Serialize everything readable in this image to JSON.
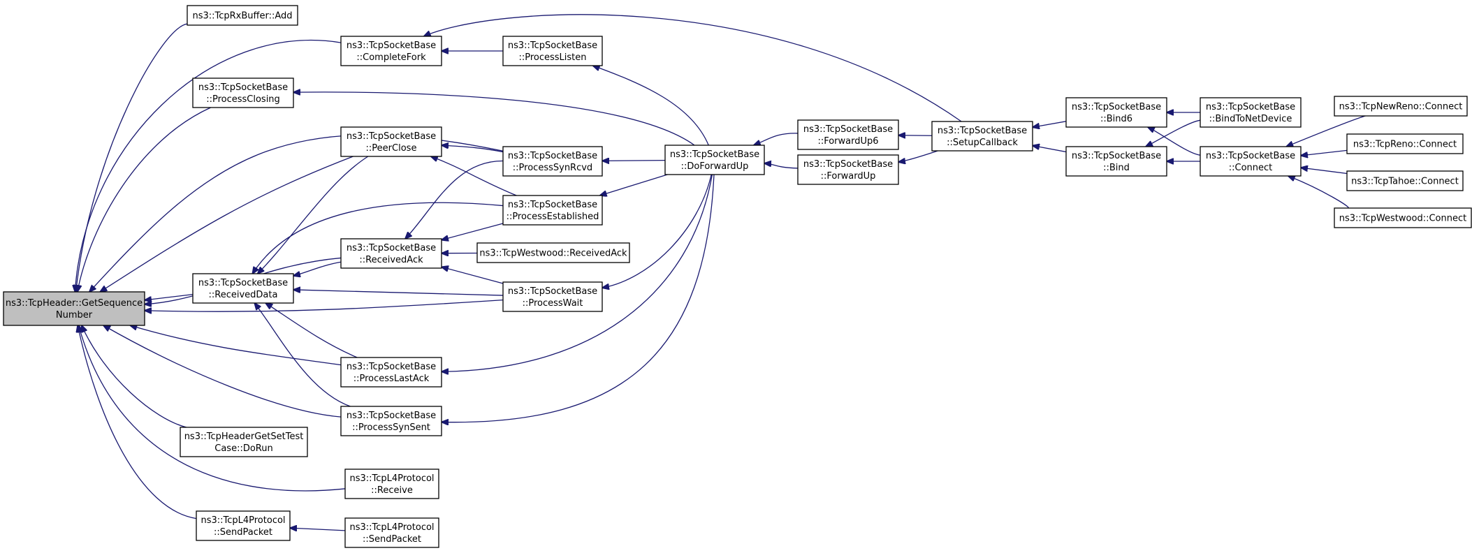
{
  "diagram": {
    "nodes": [
      {
        "id": "root",
        "lines": [
          "ns3::TcpHeader::GetSequence",
          "Number"
        ],
        "root": true
      },
      {
        "id": "rxadd",
        "lines": [
          "ns3::TcpRxBuffer::Add"
        ]
      },
      {
        "id": "completefork",
        "lines": [
          "ns3::TcpSocketBase",
          "::CompleteFork"
        ]
      },
      {
        "id": "processclosing",
        "lines": [
          "ns3::TcpSocketBase",
          "::ProcessClosing"
        ]
      },
      {
        "id": "peerclose",
        "lines": [
          "ns3::TcpSocketBase",
          "::PeerClose"
        ]
      },
      {
        "id": "receivedack",
        "lines": [
          "ns3::TcpSocketBase",
          "::ReceivedAck"
        ]
      },
      {
        "id": "receiveddata",
        "lines": [
          "ns3::TcpSocketBase",
          "::ReceivedData"
        ]
      },
      {
        "id": "processlastack",
        "lines": [
          "ns3::TcpSocketBase",
          "::ProcessLastAck"
        ]
      },
      {
        "id": "processsynsent",
        "lines": [
          "ns3::TcpSocketBase",
          "::ProcessSynSent"
        ]
      },
      {
        "id": "testcase",
        "lines": [
          "ns3::TcpHeaderGetSetTest",
          "Case::DoRun"
        ]
      },
      {
        "id": "l4receive",
        "lines": [
          "ns3::TcpL4Protocol",
          "::Receive"
        ]
      },
      {
        "id": "l4sendpacket",
        "lines": [
          "ns3::TcpL4Protocol",
          "::SendPacket"
        ]
      },
      {
        "id": "l4sendpacket2",
        "lines": [
          "ns3::TcpL4Protocol",
          "::SendPacket"
        ]
      },
      {
        "id": "processlisten",
        "lines": [
          "ns3::TcpSocketBase",
          "::ProcessListen"
        ]
      },
      {
        "id": "processsynrcvd",
        "lines": [
          "ns3::TcpSocketBase",
          "::ProcessSynRcvd"
        ]
      },
      {
        "id": "processestablished",
        "lines": [
          "ns3::TcpSocketBase",
          "::ProcessEstablished"
        ]
      },
      {
        "id": "westwoodack",
        "lines": [
          "ns3::TcpWestwood::ReceivedAck"
        ]
      },
      {
        "id": "processwait",
        "lines": [
          "ns3::TcpSocketBase",
          "::ProcessWait"
        ]
      },
      {
        "id": "doforwardup",
        "lines": [
          "ns3::TcpSocketBase",
          "::DoForwardUp"
        ]
      },
      {
        "id": "forwardup6",
        "lines": [
          "ns3::TcpSocketBase",
          "::ForwardUp6"
        ]
      },
      {
        "id": "forwardup",
        "lines": [
          "ns3::TcpSocketBase",
          "::ForwardUp"
        ]
      },
      {
        "id": "setupcallback",
        "lines": [
          "ns3::TcpSocketBase",
          "::SetupCallback"
        ]
      },
      {
        "id": "bind6",
        "lines": [
          "ns3::TcpSocketBase",
          "::Bind6"
        ]
      },
      {
        "id": "bind",
        "lines": [
          "ns3::TcpSocketBase",
          "::Bind"
        ]
      },
      {
        "id": "bindtonetdevice",
        "lines": [
          "ns3::TcpSocketBase",
          "::BindToNetDevice"
        ]
      },
      {
        "id": "connect",
        "lines": [
          "ns3::TcpSocketBase",
          "::Connect"
        ]
      },
      {
        "id": "newrenoconnect",
        "lines": [
          "ns3::TcpNewReno::Connect"
        ]
      },
      {
        "id": "renoconnect",
        "lines": [
          "ns3::TcpReno::Connect"
        ]
      },
      {
        "id": "tahoeconnect",
        "lines": [
          "ns3::TcpTahoe::Connect"
        ]
      },
      {
        "id": "westwoodconnect",
        "lines": [
          "ns3::TcpWestwood::Connect"
        ]
      }
    ],
    "edges": [
      {
        "from": "rxadd",
        "to": "root"
      },
      {
        "from": "completefork",
        "to": "root"
      },
      {
        "from": "processclosing",
        "to": "root"
      },
      {
        "from": "processsynrcvd",
        "to": "root"
      },
      {
        "from": "peerclose",
        "to": "root"
      },
      {
        "from": "receivedack",
        "to": "root"
      },
      {
        "from": "receiveddata",
        "to": "root"
      },
      {
        "from": "processwait",
        "to": "root"
      },
      {
        "from": "processlastack",
        "to": "root"
      },
      {
        "from": "processsynsent",
        "to": "root"
      },
      {
        "from": "testcase",
        "to": "root"
      },
      {
        "from": "l4receive",
        "to": "root"
      },
      {
        "from": "l4sendpacket",
        "to": "root"
      },
      {
        "from": "processlisten",
        "to": "completefork"
      },
      {
        "from": "setupcallback",
        "to": "completefork"
      },
      {
        "from": "doforwardup",
        "to": "processclosing"
      },
      {
        "from": "processsynrcvd",
        "to": "peerclose"
      },
      {
        "from": "processestablished",
        "to": "peerclose"
      },
      {
        "from": "peerclose",
        "to": "receiveddata"
      },
      {
        "from": "receivedack",
        "to": "receiveddata"
      },
      {
        "from": "processestablished",
        "to": "receiveddata"
      },
      {
        "from": "processwait",
        "to": "receiveddata"
      },
      {
        "from": "processlastack",
        "to": "receiveddata"
      },
      {
        "from": "processsynsent",
        "to": "receiveddata"
      },
      {
        "from": "processsynrcvd",
        "to": "receivedack"
      },
      {
        "from": "processestablished",
        "to": "receivedack"
      },
      {
        "from": "westwoodack",
        "to": "receivedack"
      },
      {
        "from": "processwait",
        "to": "receivedack"
      },
      {
        "from": "l4sendpacket2",
        "to": "l4sendpacket"
      },
      {
        "from": "doforwardup",
        "to": "processlisten"
      },
      {
        "from": "doforwardup",
        "to": "processsynrcvd"
      },
      {
        "from": "doforwardup",
        "to": "processestablished"
      },
      {
        "from": "doforwardup",
        "to": "processwait"
      },
      {
        "from": "doforwardup",
        "to": "processlastack"
      },
      {
        "from": "doforwardup",
        "to": "processsynsent"
      },
      {
        "from": "forwardup6",
        "to": "doforwardup"
      },
      {
        "from": "forwardup",
        "to": "doforwardup"
      },
      {
        "from": "setupcallback",
        "to": "forwardup6"
      },
      {
        "from": "setupcallback",
        "to": "forwardup"
      },
      {
        "from": "bind6",
        "to": "setupcallback"
      },
      {
        "from": "bind",
        "to": "setupcallback"
      },
      {
        "from": "bindtonetdevice",
        "to": "bind6"
      },
      {
        "from": "connect",
        "to": "bind6"
      },
      {
        "from": "bindtonetdevice",
        "to": "bind"
      },
      {
        "from": "connect",
        "to": "bind"
      },
      {
        "from": "newrenoconnect",
        "to": "connect"
      },
      {
        "from": "renoconnect",
        "to": "connect"
      },
      {
        "from": "tahoeconnect",
        "to": "connect"
      },
      {
        "from": "westwoodconnect",
        "to": "connect"
      }
    ]
  }
}
